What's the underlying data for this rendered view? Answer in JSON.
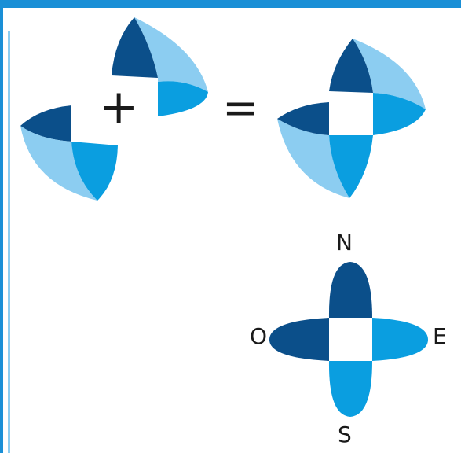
{
  "operators": {
    "plus": "+",
    "equals": "="
  },
  "compass": {
    "north": "N",
    "west": "O",
    "east": "E",
    "south": "S"
  },
  "colors": {
    "dark_blue": "#0b4f8a",
    "mid_blue": "#0a9ee0",
    "light_blue": "#8ccdf1",
    "frame_blue": "#1a8fd6"
  }
}
